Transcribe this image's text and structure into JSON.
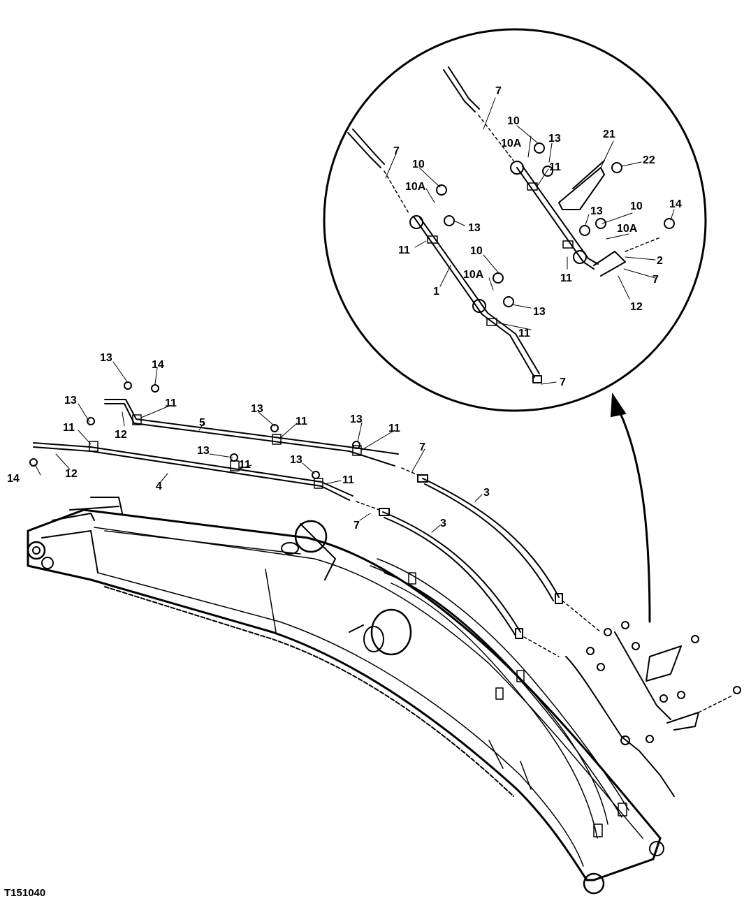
{
  "figure_id": "T151040",
  "colors": {
    "ink": "#000000",
    "paper": "#ffffff"
  },
  "callouts": [
    {
      "text": "13"
    },
    {
      "text": "14"
    },
    {
      "text": "11"
    },
    {
      "text": "12"
    },
    {
      "text": "5"
    },
    {
      "text": "13"
    },
    {
      "text": "11"
    },
    {
      "text": "14"
    },
    {
      "text": "12"
    },
    {
      "text": "13"
    },
    {
      "text": "11"
    },
    {
      "text": "13"
    },
    {
      "text": "11"
    },
    {
      "text": "13"
    },
    {
      "text": "11"
    },
    {
      "text": "4"
    },
    {
      "text": "13"
    },
    {
      "text": "11"
    },
    {
      "text": "7"
    },
    {
      "text": "3"
    },
    {
      "text": "7"
    },
    {
      "text": "3"
    }
  ],
  "detail": {
    "callouts": [
      {
        "text": "7"
      },
      {
        "text": "10"
      },
      {
        "text": "10A"
      },
      {
        "text": "13"
      },
      {
        "text": "21"
      },
      {
        "text": "22"
      },
      {
        "text": "11"
      },
      {
        "text": "13"
      },
      {
        "text": "10"
      },
      {
        "text": "10A"
      },
      {
        "text": "14"
      },
      {
        "text": "2"
      },
      {
        "text": "7"
      },
      {
        "text": "11"
      },
      {
        "text": "12"
      },
      {
        "text": "7"
      },
      {
        "text": "10"
      },
      {
        "text": "10A"
      },
      {
        "text": "13"
      },
      {
        "text": "11"
      },
      {
        "text": "1"
      },
      {
        "text": "10"
      },
      {
        "text": "10A"
      },
      {
        "text": "13"
      },
      {
        "text": "11"
      },
      {
        "text": "7"
      }
    ]
  }
}
